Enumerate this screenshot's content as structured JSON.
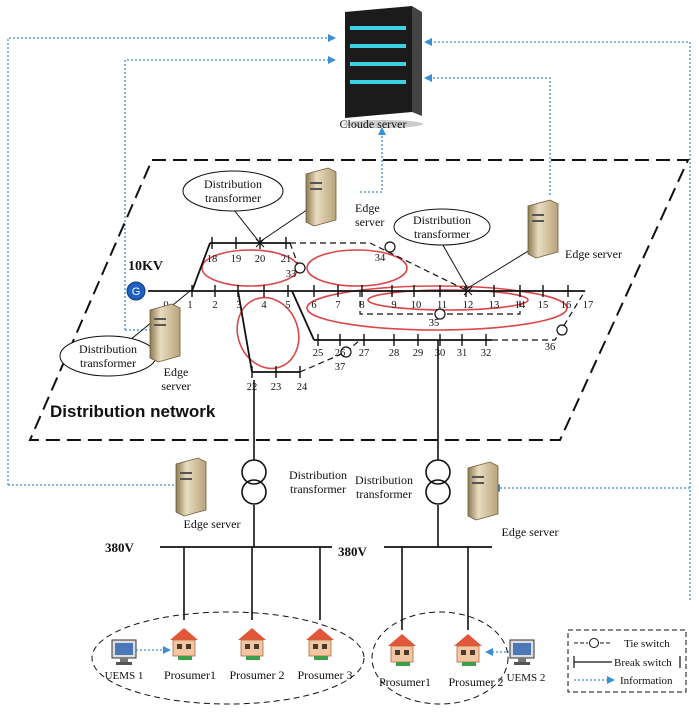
{
  "labels": {
    "cloud_server": "Cloude server",
    "v10": "10KV",
    "v380_left": "380V",
    "v380_right": "380V",
    "distribution_network": "Distribution network",
    "dt1_top_line1": "Distribution",
    "dt1_top_line2": "transformer",
    "dt2_line1": "Distribution",
    "dt2_line2": "transformer",
    "dt3_line1": "Distribution",
    "dt3_line2": "transformer",
    "dt_mid_left_line1": "Distribution",
    "dt_mid_left_line2": "transformer",
    "dt_mid_right_line1": "Distribution",
    "dt_mid_right_line2": "transformer",
    "edge_top_line1": "Edge",
    "edge_top_line2": "server",
    "edge_right": "Edge server",
    "edge_left_line1": "Edge",
    "edge_left_line2": "server",
    "edge_low_left": "Edge server",
    "edge_low_right": "Edge server",
    "generator": "G",
    "uems1": "UEMS 1",
    "uems2": "UEMS 2",
    "prosumers_left": [
      "Prosumer1",
      "Prosumer 2",
      "Prosumer 3"
    ],
    "prosumers_right": [
      "Prosumer1",
      "Prosumer 2"
    ]
  },
  "nodes": {
    "main": [
      "0",
      "1",
      "2",
      "3",
      "4",
      "5",
      "6",
      "7",
      "8",
      "9",
      "10",
      "11",
      "12",
      "13",
      "14",
      "15",
      "16",
      "17"
    ],
    "upper": [
      "18",
      "19",
      "20",
      "21"
    ],
    "lower_left": [
      "22",
      "23",
      "24"
    ],
    "lower_right": [
      "25",
      "26",
      "27",
      "28",
      "29",
      "30",
      "31",
      "32"
    ],
    "tie": [
      "33",
      "34",
      "35",
      "36",
      "37"
    ]
  },
  "legend": {
    "tie_switch": "Tie switch",
    "break_switch": "Break switch",
    "information": "Information"
  },
  "colors": {
    "information": "#3a8fd6",
    "loop": "#d9474a",
    "line": "#111111",
    "house_roof": "#e2573a",
    "house_grass": "#3aa04a",
    "generator": "#1f5fbf"
  }
}
